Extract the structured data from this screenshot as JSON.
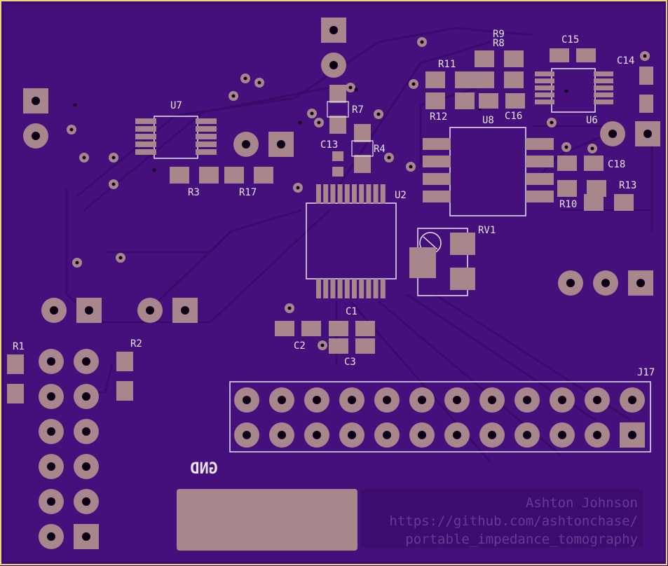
{
  "board": {
    "labels": {
      "u7": "U7",
      "r3": "R3",
      "r17": "R17",
      "r7": "R7",
      "r4": "R4",
      "c13": "C13",
      "u2": "U2",
      "r9": "R9",
      "r8": "R8",
      "c15": "C15",
      "c14": "C14",
      "r11": "R11",
      "r12": "R12",
      "c16": "C16",
      "u8": "U8",
      "u6": "U6",
      "c18": "C18",
      "r10": "R10",
      "r13": "R13",
      "rv1": "RV1",
      "c1": "C1",
      "c2": "C2",
      "c3": "C3",
      "r1": "R1",
      "r2": "R2",
      "j17": "J17",
      "gnd": "GND"
    },
    "author": {
      "name": "Ashton Johnson",
      "url_line1": "https://github.com/ashtonchase/",
      "url_line2": "portable_impedance_tomography"
    }
  },
  "colors": {
    "board": "#3a0a6e",
    "copper": "#47107f",
    "pad": "#a7868c",
    "silk": "#e8e4f0",
    "outline": "#f2d47a"
  }
}
